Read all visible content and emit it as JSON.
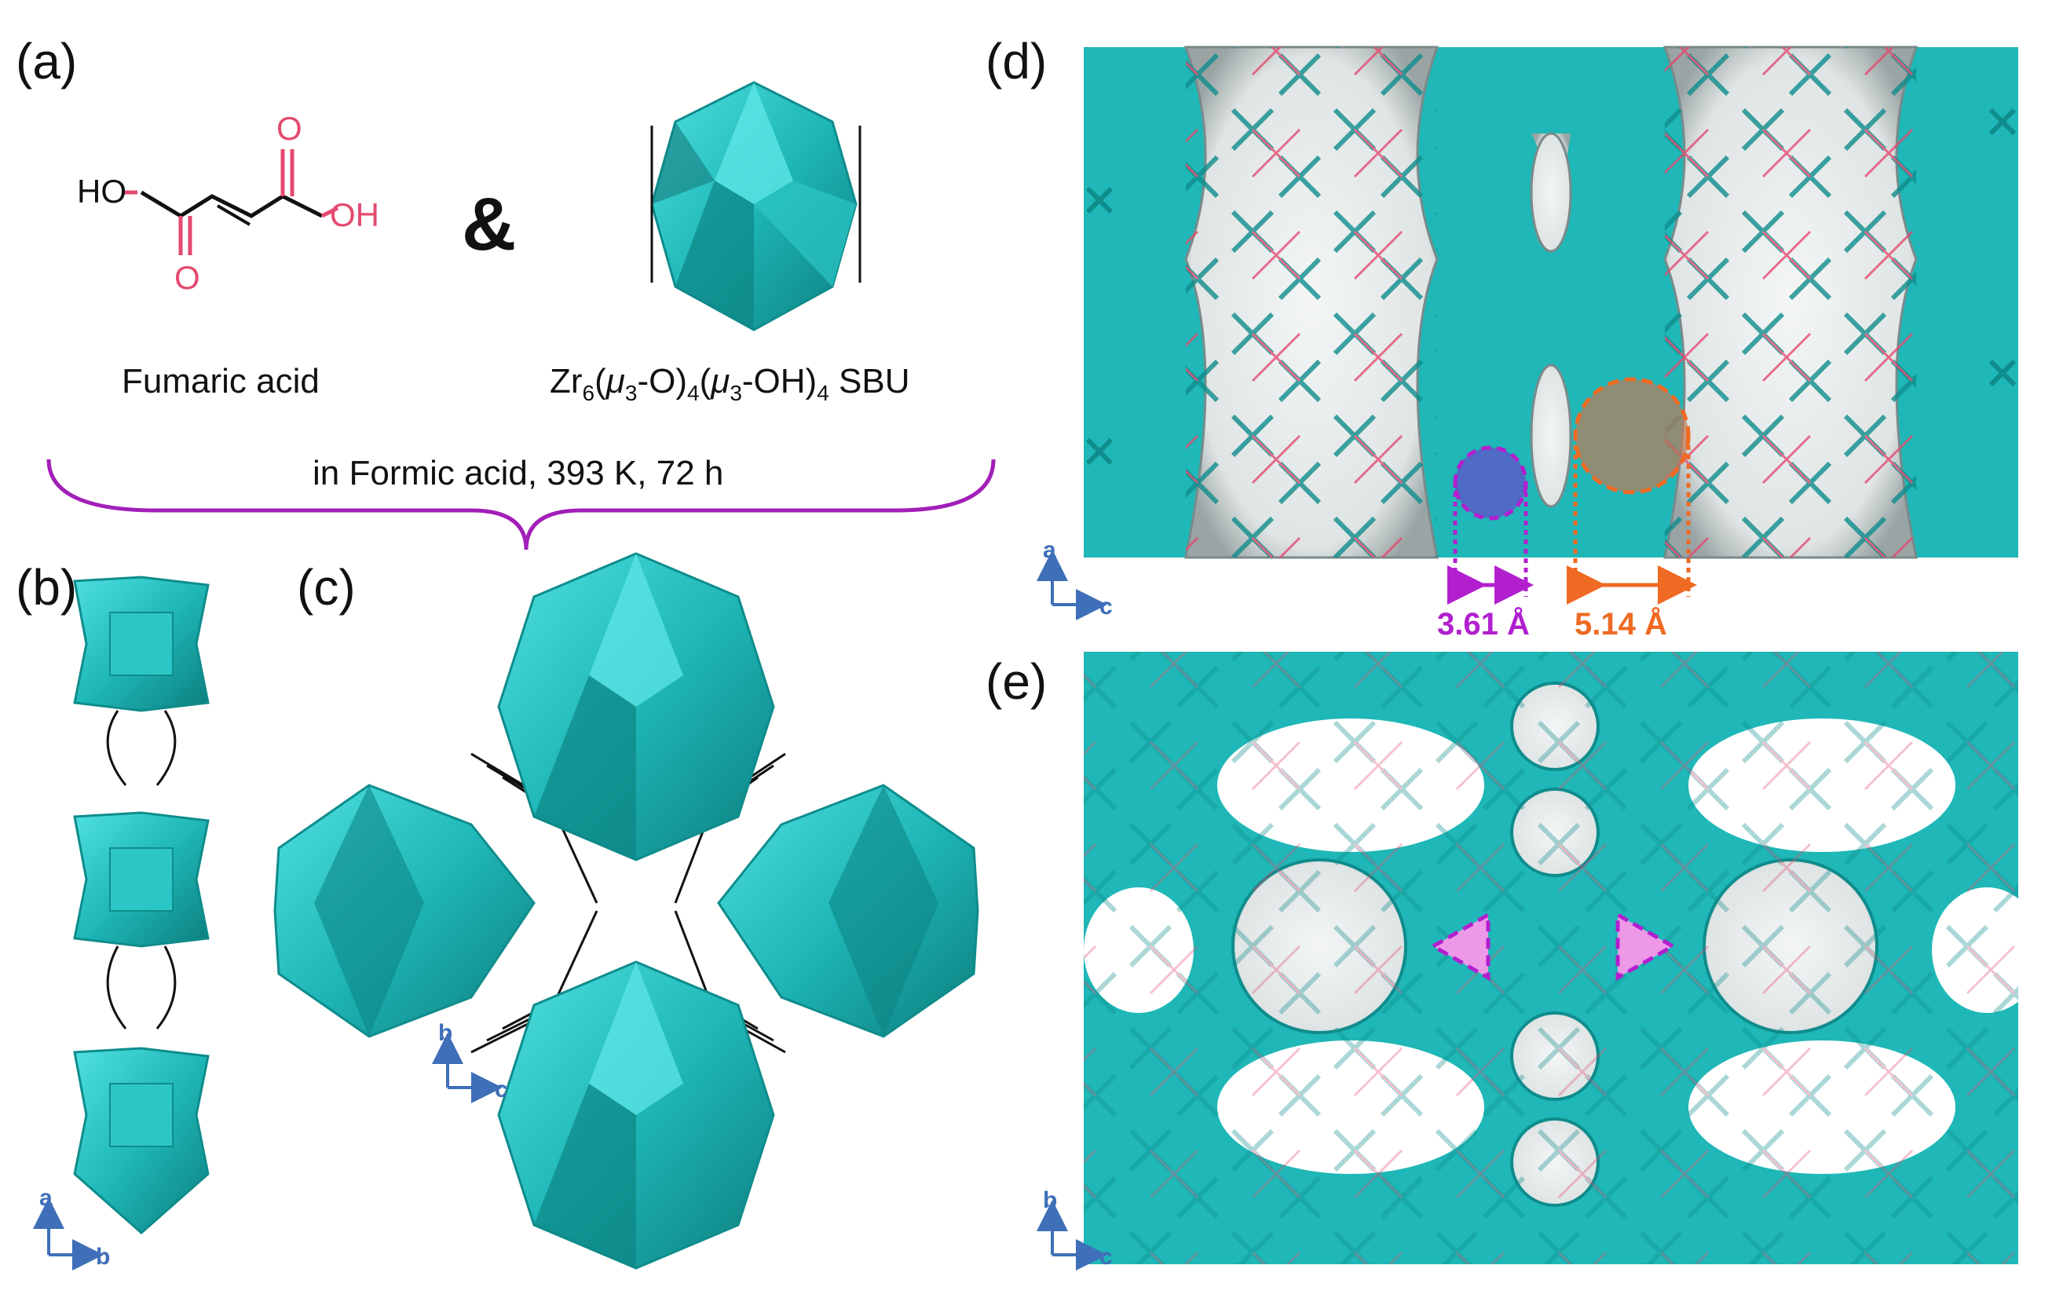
{
  "panels": {
    "a": {
      "label": "(a)"
    },
    "b": {
      "label": "(b)"
    },
    "c": {
      "label": "(c)"
    },
    "d": {
      "label": "(d)"
    },
    "e": {
      "label": "(e)"
    }
  },
  "molecule": {
    "name": "Fumaric acid",
    "atoms": {
      "ho": "HO",
      "oh": "OH",
      "o_top": "O",
      "o_bottom": "O"
    }
  },
  "ampersand": "&",
  "sbu": {
    "label_main": "Zr",
    "label_sub1": "6",
    "label_part1": "(",
    "label_mu1": "μ",
    "label_sub2": "3",
    "label_part2": "-O)",
    "label_sub3": "4",
    "label_part3": "(",
    "label_mu2": "μ",
    "label_sub4": "3",
    "label_part4": "-OH)",
    "label_sub5": "4",
    "label_part5": " SBU"
  },
  "reaction_conditions": "in Formic acid, 393 K, 72 h",
  "axes": {
    "b_panel": {
      "up": "a",
      "right": "b"
    },
    "c_panel": {
      "up": "b",
      "right": "c"
    },
    "d_panel": {
      "up": "a",
      "right": "c"
    },
    "e_panel": {
      "up": "b",
      "right": "c"
    }
  },
  "dimensions": {
    "small": "3.61 Å",
    "large": "5.14 Å"
  },
  "colors": {
    "cyan": "#1fb7b7",
    "cyan_dark": "#0f8c8c",
    "pink": "#e34a6f",
    "purple": "#b21fcf",
    "orange": "#ef6a22",
    "axis_blue": "#3e6fb8"
  }
}
